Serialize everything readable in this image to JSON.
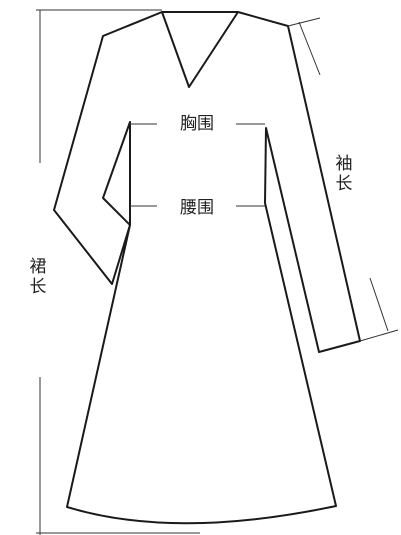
{
  "labels": {
    "chest": "胸围",
    "waist": "腰围",
    "sleeve_length": "袖长",
    "skirt_length": "裙长"
  }
}
